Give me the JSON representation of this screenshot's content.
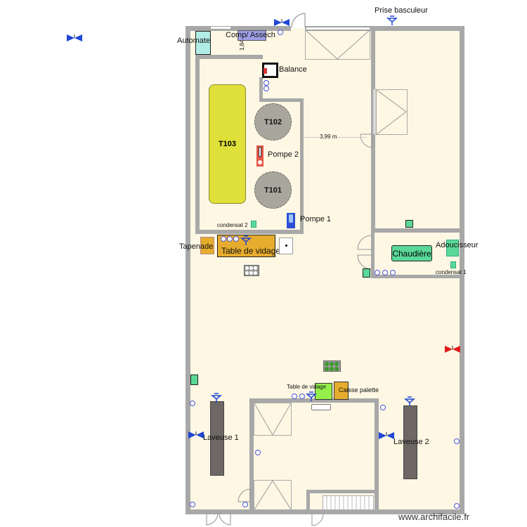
{
  "plan": {
    "watermark": "www.archifacile.fr",
    "dimension": "3,99 m",
    "dimension_vertical": "1,84"
  },
  "labels": {
    "automate": "Automate",
    "comp_assech": "Comp/ Assech",
    "balance": "Balance",
    "prise_basculeur": "Prise basculeur",
    "t103": "T103",
    "t102": "T102",
    "t101": "T101",
    "pompe2": "Pompe 2",
    "pompe1": "Pompe 1",
    "condensat2": "condensat 2",
    "tapenade": "Tapenade",
    "table_vidage_1": "Table de vidage",
    "chaudiere": "Chaudière",
    "adoucisseur": "Adoucisseur",
    "condensat1": "condensat 1",
    "table_vidage_2": "Table de vidage",
    "caisse_palette": "Caisse palette",
    "laveuse1": "Laveuse 1",
    "laveuse2": "Laveuse 2"
  },
  "colors": {
    "floor": "#fdf7e3",
    "wall": "#a8a8a8",
    "t103": "#dfe03a",
    "tank": "#a9a79d",
    "pompe2": "#e4564a",
    "pompe1": "#2a4fd6",
    "table_vidage": "#e6ac2e",
    "green_equip": "#5ad898",
    "comp": "#9f9fe8",
    "automate": "#b2ece6",
    "laveuse": "#6d6865",
    "valve_blue": "#1f46d6",
    "valve_red": "#e01b1b"
  }
}
